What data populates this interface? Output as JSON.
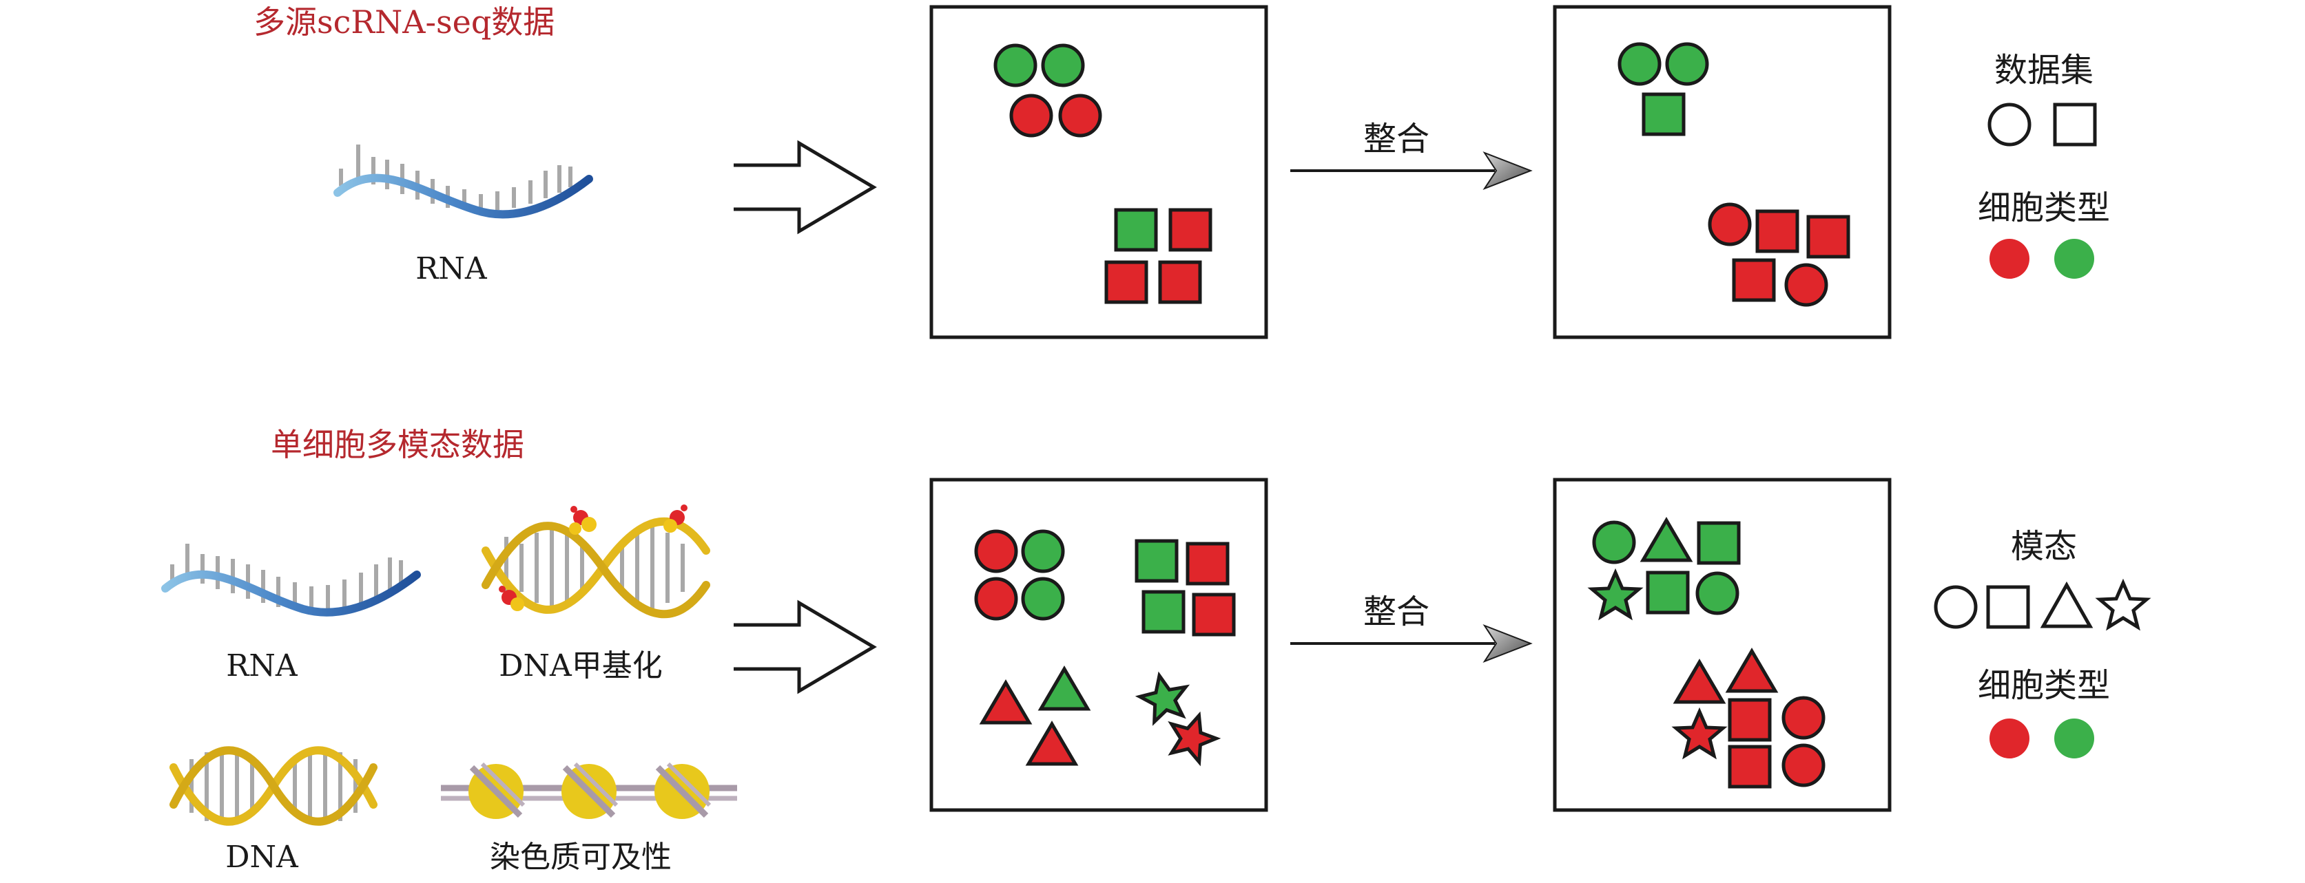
{
  "colors": {
    "red": "#e0262b",
    "green": "#3bb04a",
    "title": "#b5282e",
    "rna_light": "#7fb9e0",
    "rna_dark": "#2d5ea8",
    "dna_gold": "#e3b91d",
    "bar_gray": "#a8a8a8"
  },
  "top": {
    "title": "多源scRNA-seq数据",
    "rna_label": "RNA",
    "integrate_label": "整合",
    "legend_heading": "数据集",
    "celltype_heading": "细胞类型"
  },
  "bottom": {
    "title": "单细胞多模态数据",
    "rna_label": "RNA",
    "methyl_label": "DNA甲基化",
    "dna_label": "DNA",
    "chromatin_label": "染色质可及性",
    "integrate_label": "整合",
    "legend_heading": "模态",
    "celltype_heading": "细胞类型"
  }
}
